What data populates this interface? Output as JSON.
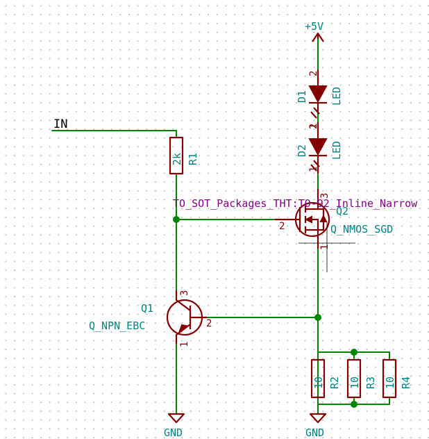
{
  "net_label": "IN",
  "power": {
    "vcc": "+5V",
    "gnd_left": "GND",
    "gnd_right": "GND"
  },
  "components": {
    "R1": {
      "ref": "R1",
      "value": "2k"
    },
    "R2": {
      "ref": "R2",
      "value": "10"
    },
    "R3": {
      "ref": "R3",
      "value": "10"
    },
    "R4": {
      "ref": "R4",
      "value": "10"
    },
    "D1": {
      "ref": "D1",
      "value": "LED",
      "pin_top": "2",
      "pin_bottom": "1"
    },
    "D2": {
      "ref": "D2",
      "value": "LED",
      "pin_top": "2",
      "pin_bottom": "1"
    },
    "Q1": {
      "ref": "Q1",
      "value": "Q_NPN_EBC",
      "pin_c": "3",
      "pin_b": "2",
      "pin_e": "1"
    },
    "Q2": {
      "ref": "Q2",
      "value": "Q_NMOS_SGD",
      "pin_d": "3",
      "pin_g": "2",
      "pin_s": "1",
      "footprint": "TO_SOT_Packages_THT:TO-92_Inline_Narrow"
    }
  },
  "colors": {
    "wire": "#008400",
    "part": "#840000",
    "text": "#008484",
    "footprint": "#840084",
    "grid": "#b8b8b8"
  },
  "icons": [
    "resistor-symbol",
    "led-symbol",
    "npn-transistor-symbol",
    "nmos-transistor-symbol",
    "ground-symbol",
    "power-arrow-symbol"
  ]
}
